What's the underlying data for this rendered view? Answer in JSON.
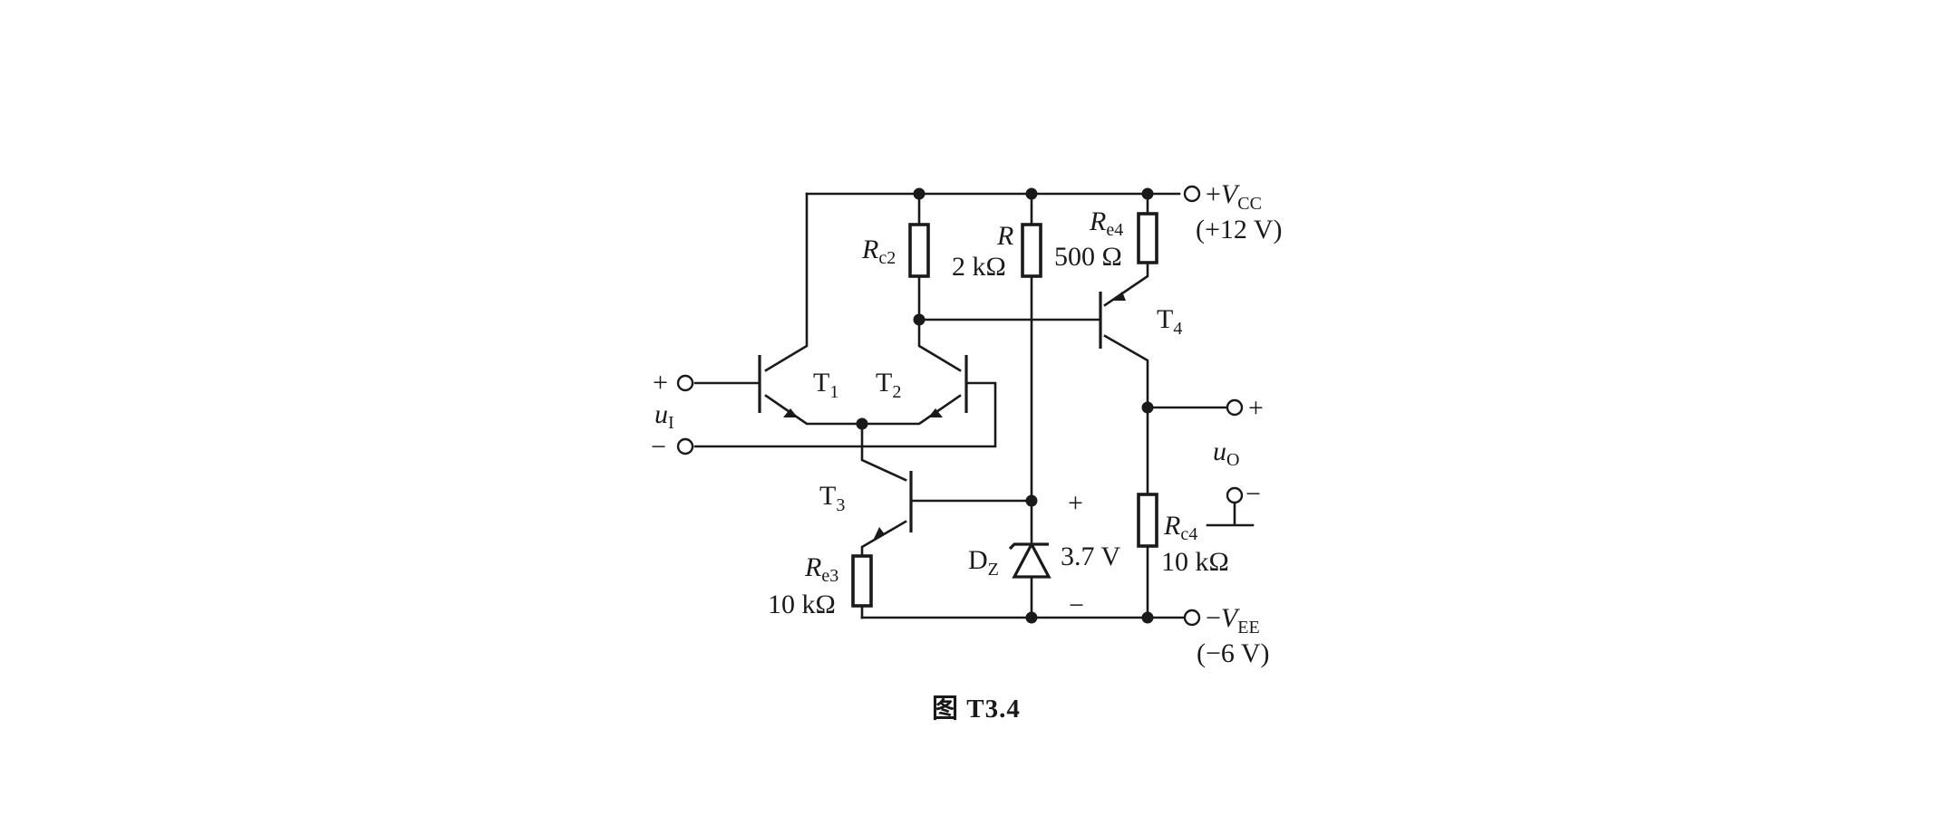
{
  "figure_caption": "图 T3.4",
  "labels": {
    "vcc": {
      "sign": "+",
      "sym": "V",
      "sub": "CC",
      "value": "(+12 V)"
    },
    "vee": {
      "sign": "−",
      "sym": "V",
      "sub": "EE",
      "value": "(−6 V)"
    },
    "rc2": {
      "sym": "R",
      "sub": "c2"
    },
    "r": {
      "sym": "R",
      "value": "2 kΩ"
    },
    "re4": {
      "sym": "R",
      "sub": "e4",
      "value": "500 Ω"
    },
    "rc3": {
      "sym": "R",
      "sub": "e3",
      "value": "10 kΩ"
    },
    "rc4": {
      "sym": "R",
      "sub": "c4",
      "value": "10 kΩ"
    },
    "t1": {
      "sym": "T",
      "sub": "1"
    },
    "t2": {
      "sym": "T",
      "sub": "2"
    },
    "t3": {
      "sym": "T",
      "sub": "3"
    },
    "t4": {
      "sym": "T",
      "sub": "4"
    },
    "dz": {
      "sym": "D",
      "sub": "Z",
      "value": "3.7 V",
      "plus": "+",
      "minus": "−"
    },
    "ui": {
      "plus": "+",
      "sym": "u",
      "sub": "I",
      "minus": "−"
    },
    "uo": {
      "plus": "+",
      "sym": "u",
      "sub": "O",
      "minus": "−"
    }
  }
}
